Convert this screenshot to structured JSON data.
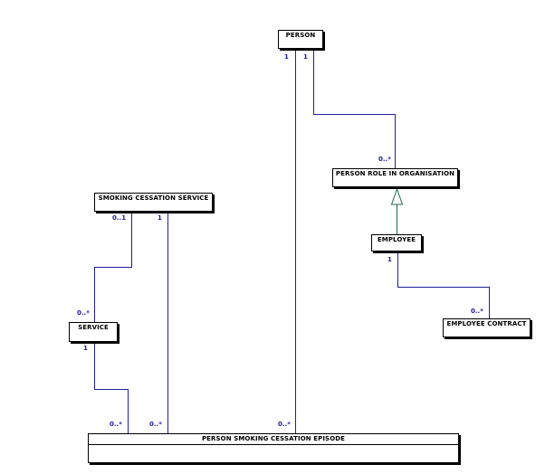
{
  "diagram": {
    "entities": {
      "person": "PERSON",
      "person_role": "PERSON ROLE IN ORGANISATION",
      "smoking_service": "SMOKING CESSATION SERVICE",
      "employee": "EMPLOYEE",
      "service": "SERVICE",
      "employee_contract": "EMPLOYEE CONTRACT",
      "episode": "PERSON SMOKING CESSATION EPISODE"
    },
    "multiplicities": {
      "person_to_episode_src": "1",
      "person_to_role_src": "1",
      "role_from_person": "0..*",
      "scs_to_service_src": "0..1",
      "scs_to_episode_src": "1",
      "service_from_scs": "0..*",
      "service_to_episode_src": "1",
      "employee_to_contract_src": "1",
      "contract_from_employee": "0..*",
      "episode_from_service": "0..*",
      "episode_from_scs": "0..*",
      "episode_from_person": "0..*"
    },
    "colors": {
      "connector": "#1f1f9a",
      "generalization": "#1e6b4a",
      "border": "#000000"
    }
  }
}
